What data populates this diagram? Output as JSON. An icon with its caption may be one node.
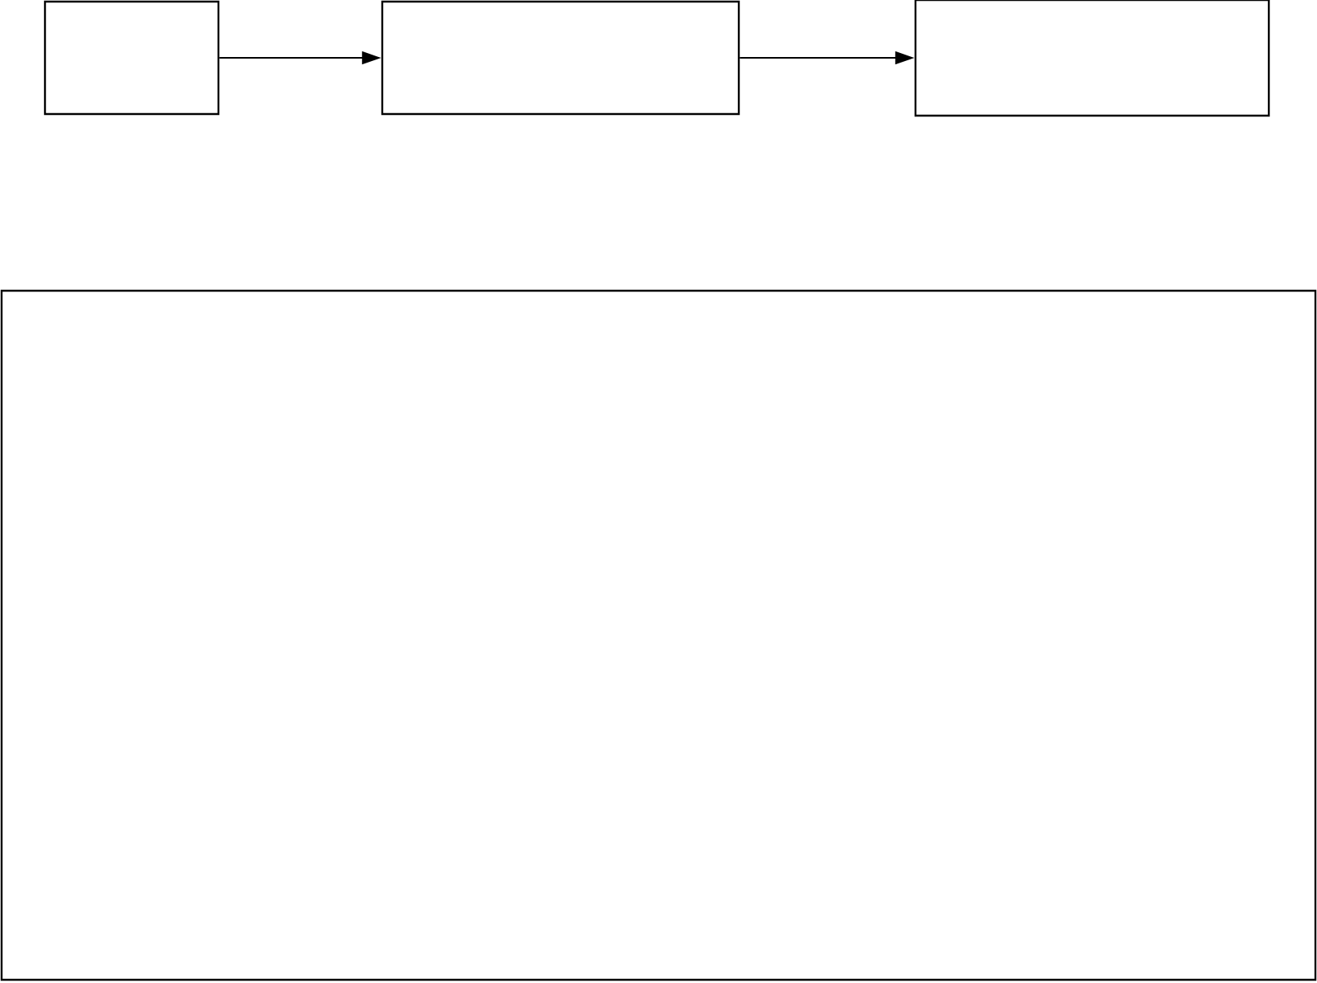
{
  "diagram": {
    "nodes": [
      {
        "text": [],
        "shape": "box"
      },
      {
        "text": [],
        "shape": "box"
      },
      {
        "text": [],
        "shape": "box"
      },
      {
        "text": [],
        "shape": "box"
      }
    ],
    "edges": [
      {
        "from": 0,
        "to": 1,
        "arrow": "to"
      },
      {
        "from": 1,
        "to": 2,
        "arrow": "to"
      }
    ]
  }
}
